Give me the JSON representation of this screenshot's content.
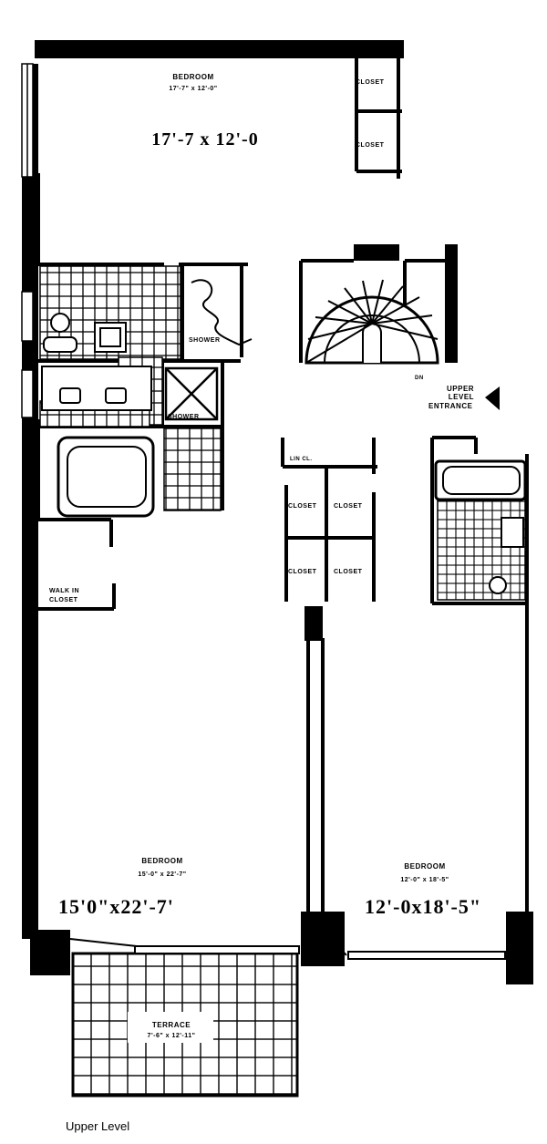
{
  "plan": {
    "bedroom_top": {
      "name": "BEDROOM",
      "dims_small": "17'-7\" x 12'-0\"",
      "dims_hand": "17'-7 x 12'-0"
    },
    "closet_a": "CLOSET",
    "closet_b": "CLOSET",
    "shower_1": "SHOWER",
    "shower_2": "SHOWER",
    "dn": "DN",
    "upper_entrance": {
      "line1": "UPPER",
      "line2": "LEVEL",
      "line3": "ENTRANCE"
    },
    "lin_cl": "LIN CL.",
    "closet_c": "CLOSET",
    "closet_d": "CLOSET",
    "closet_e": "CLOSET",
    "closet_f": "CLOSET",
    "walk_in": {
      "line1": "WALK IN",
      "line2": "CLOSET"
    },
    "bedroom_left": {
      "name": "BEDROOM",
      "dims_small": "15'-0\" x 22'-7\"",
      "dims_hand": "15'0\"x22'-7'"
    },
    "bedroom_right": {
      "name": "BEDROOM",
      "dims_small": "12'-0\" x 18'-5\"",
      "dims_hand": "12'-0x18'-5\""
    },
    "terrace": {
      "name": "TERRACE",
      "dims_small": "7'-6\" x 12'-11\""
    },
    "caption": "Upper Level"
  }
}
